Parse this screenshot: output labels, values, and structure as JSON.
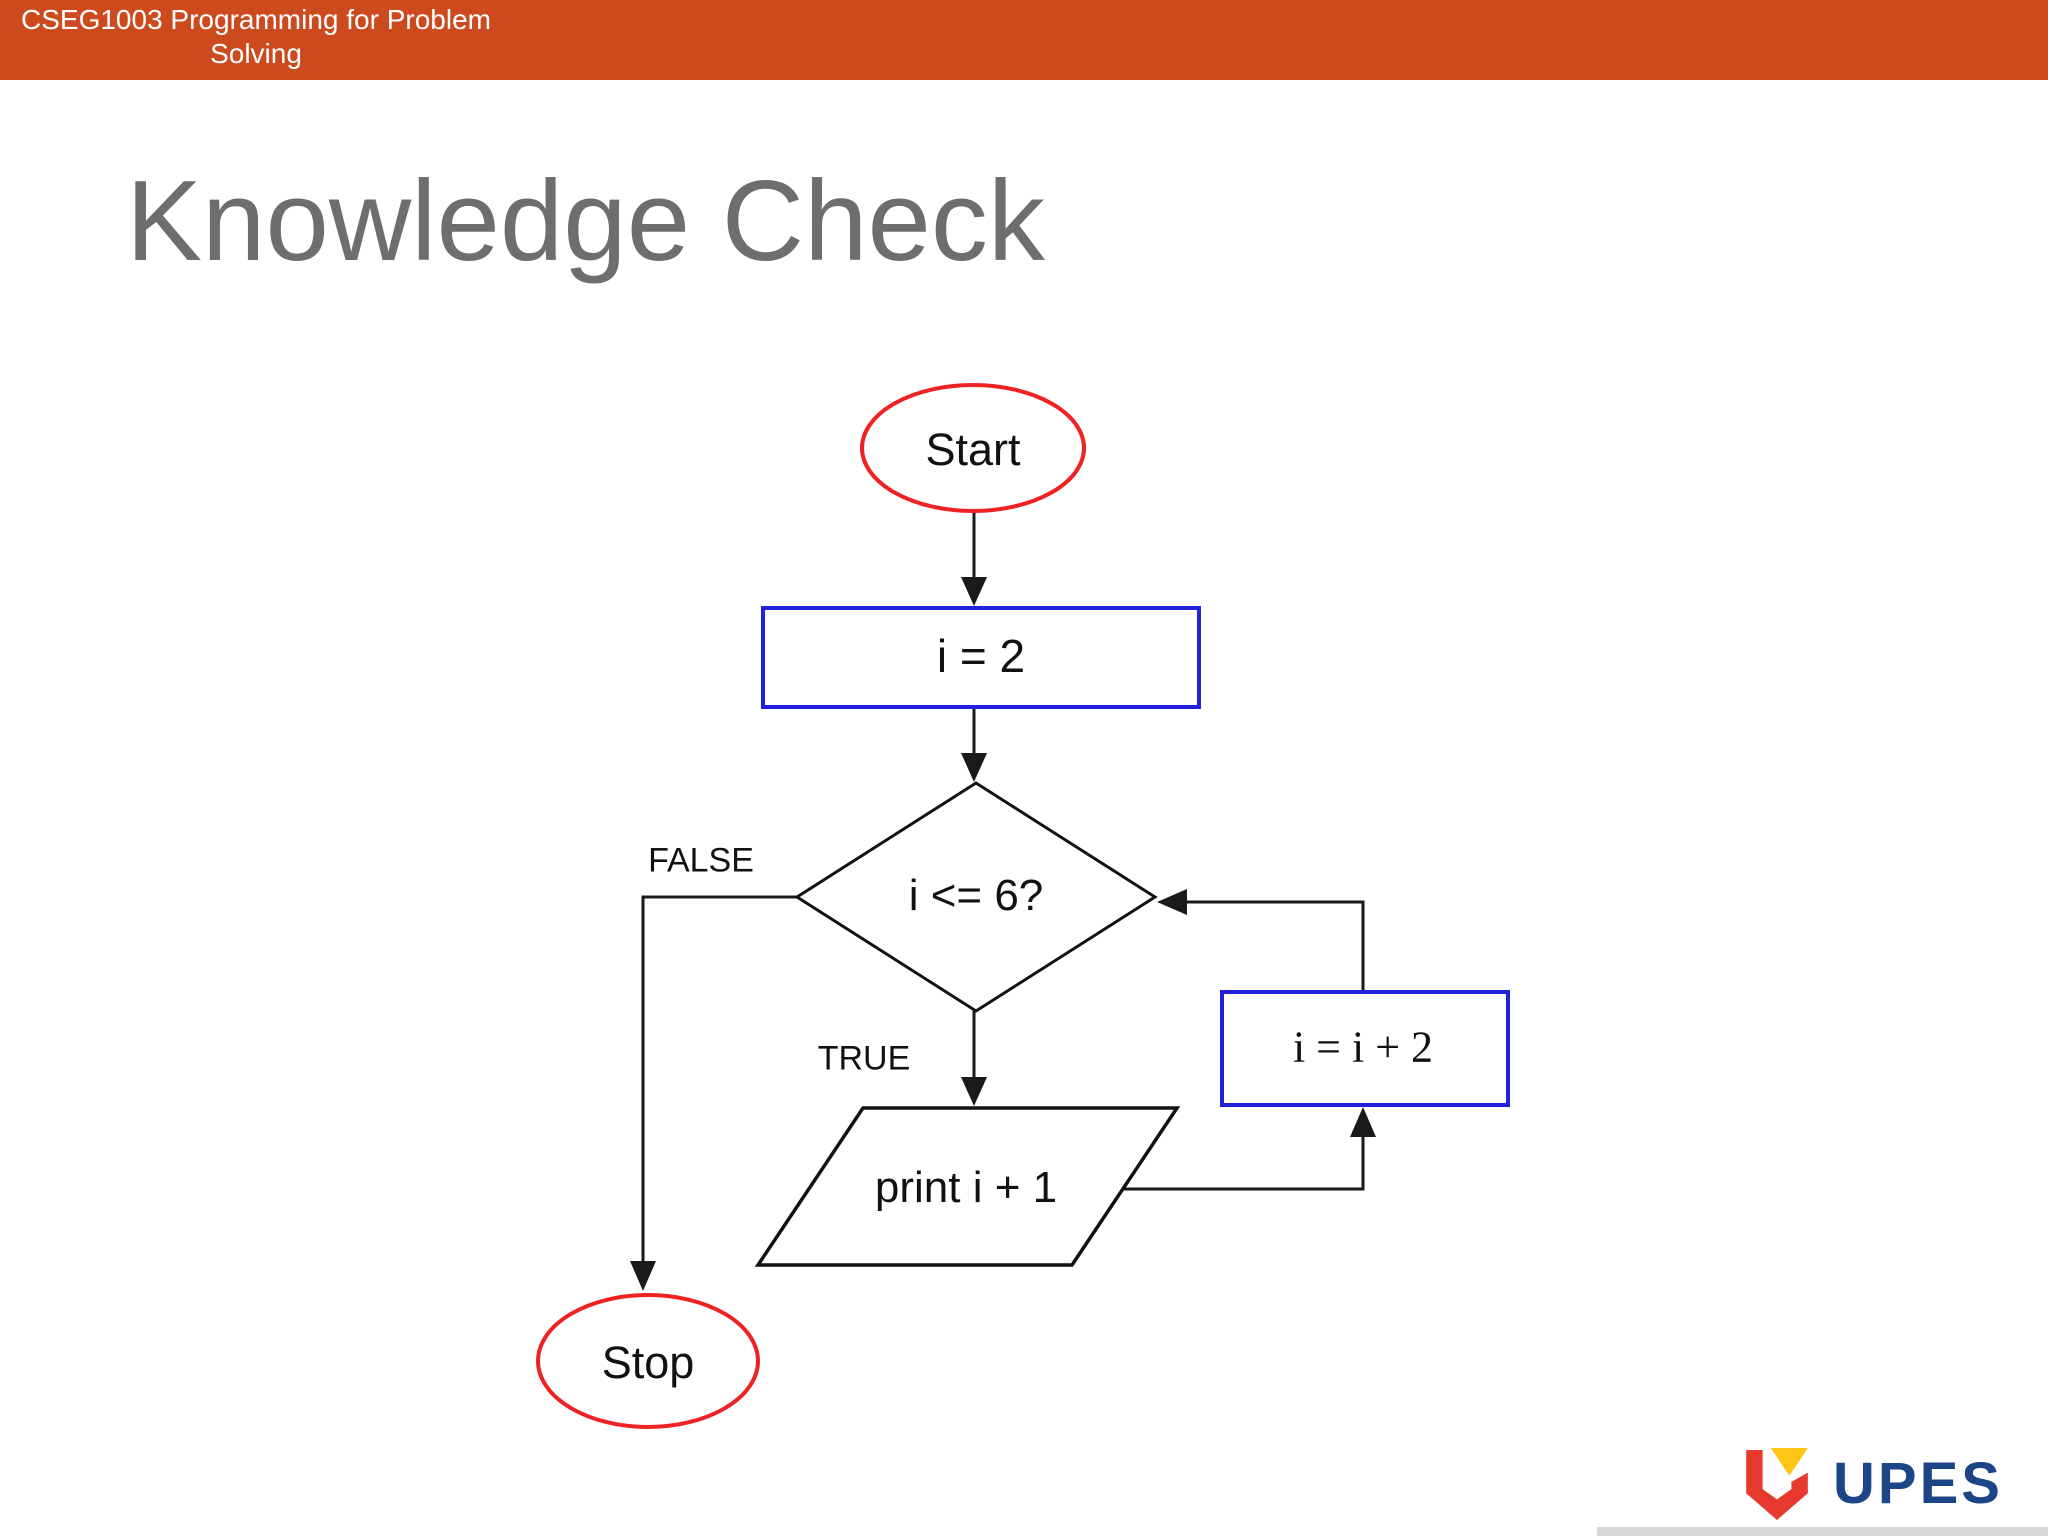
{
  "header": {
    "course_line1": "CSEG1003 Programming for Problem",
    "course_line2": "Solving"
  },
  "slide": {
    "title": "Knowledge Check"
  },
  "flowchart": {
    "type": "flowchart",
    "nodes": {
      "start": {
        "shape": "terminal-ellipse",
        "label": "Start"
      },
      "init": {
        "shape": "process-rect",
        "label": "i = 2"
      },
      "condition": {
        "shape": "decision-diamond",
        "label": "i <= 6?"
      },
      "print": {
        "shape": "io-parallelogram",
        "label": "print i + 1"
      },
      "increment": {
        "shape": "process-rect",
        "label": "i = i + 2"
      },
      "stop": {
        "shape": "terminal-ellipse",
        "label": "Stop"
      }
    },
    "branches": {
      "false_label": "FALSE",
      "true_label": "TRUE"
    },
    "edges": [
      "start -> init",
      "init -> condition",
      "condition -FALSE-> stop",
      "condition -TRUE-> print",
      "print -> increment",
      "increment -> condition"
    ]
  },
  "footer": {
    "logo_text": "UPES",
    "logo_icon": "upes-shield-icon"
  },
  "colors": {
    "header_bg": "#cd4a1e",
    "title_text": "#6e6e6e",
    "process_border_blue": "#2121dd",
    "terminal_border_red": "#ee2222",
    "connector_black": "#1a1a1a",
    "logo_blue": "#1c4587",
    "logo_red": "#e8392f",
    "logo_yellow": "#ffc515",
    "bottom_strip_gray": "#d8d8d8"
  }
}
